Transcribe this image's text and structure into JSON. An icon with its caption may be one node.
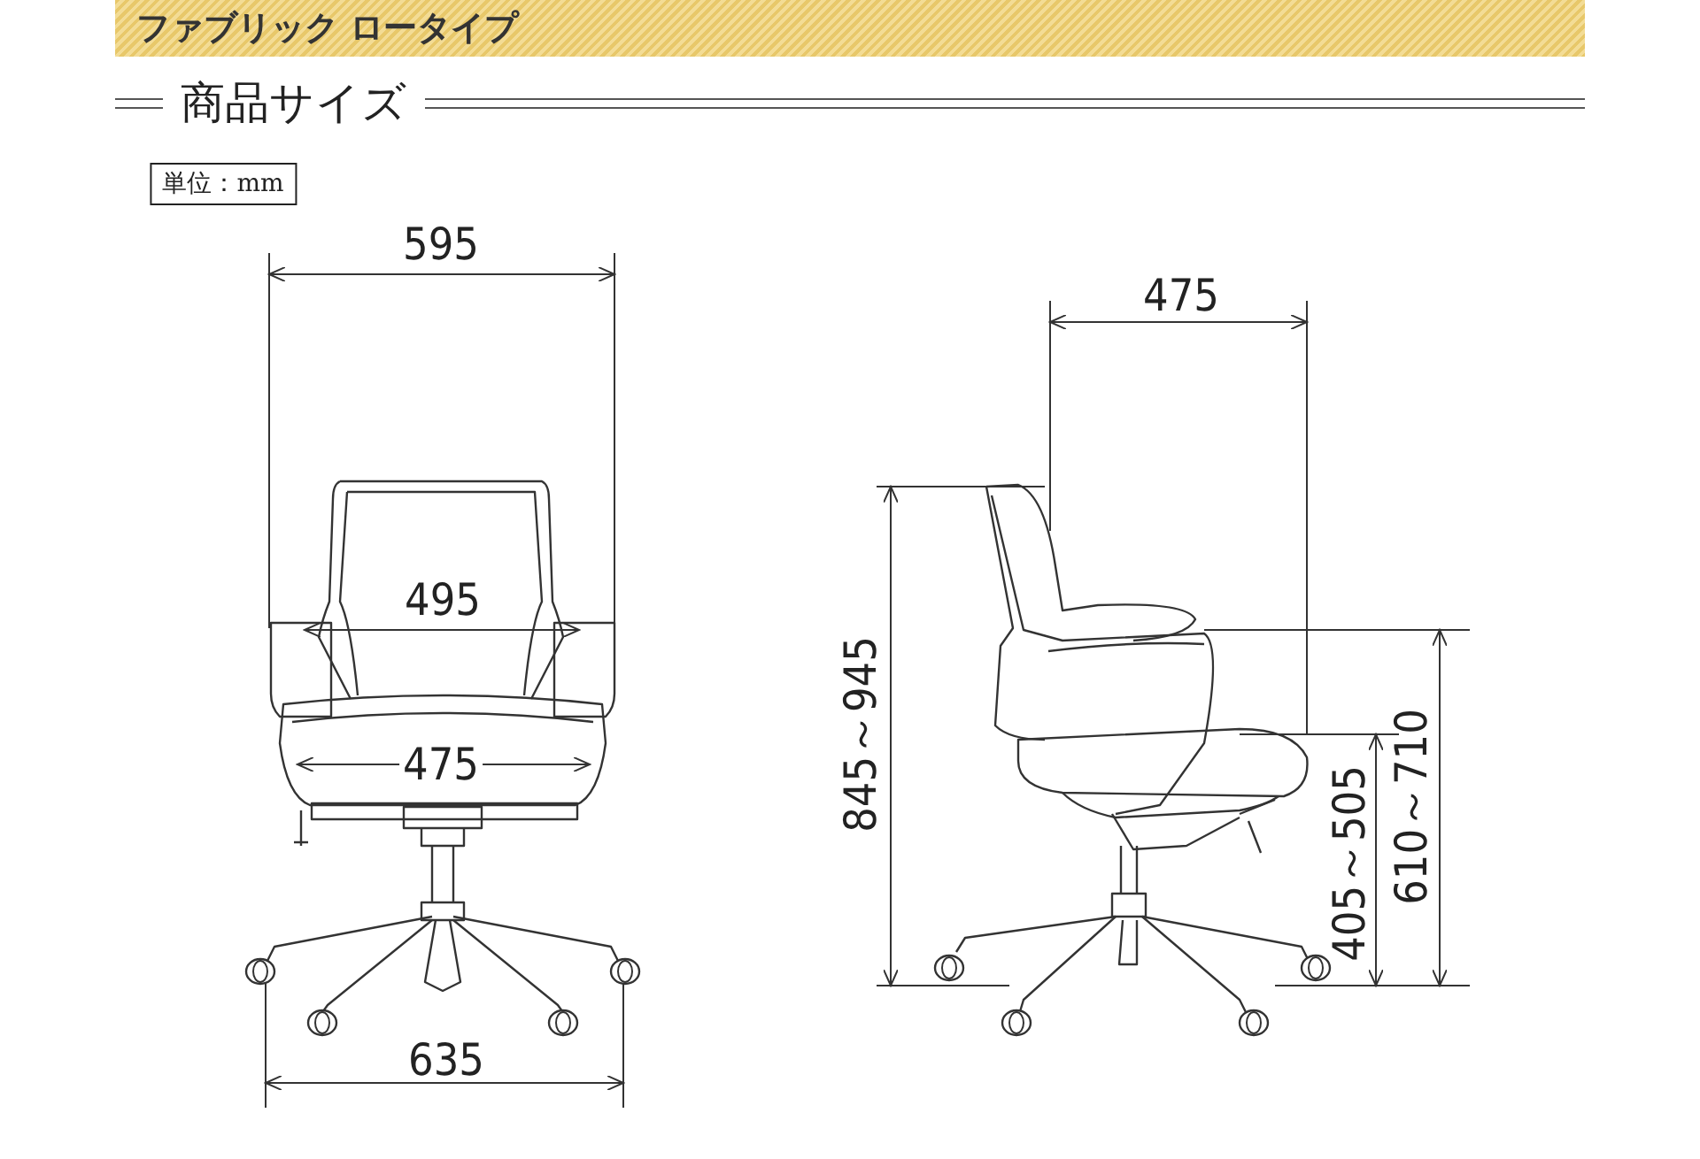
{
  "diagram": {
    "title": "ファブリック ロータイプ",
    "labels": [
      "商品サイズ",
      "単位：mm",
      "595",
      "495",
      "475",
      "635",
      "475",
      "845～945",
      "405～505",
      "610～710"
    ]
  }
}
